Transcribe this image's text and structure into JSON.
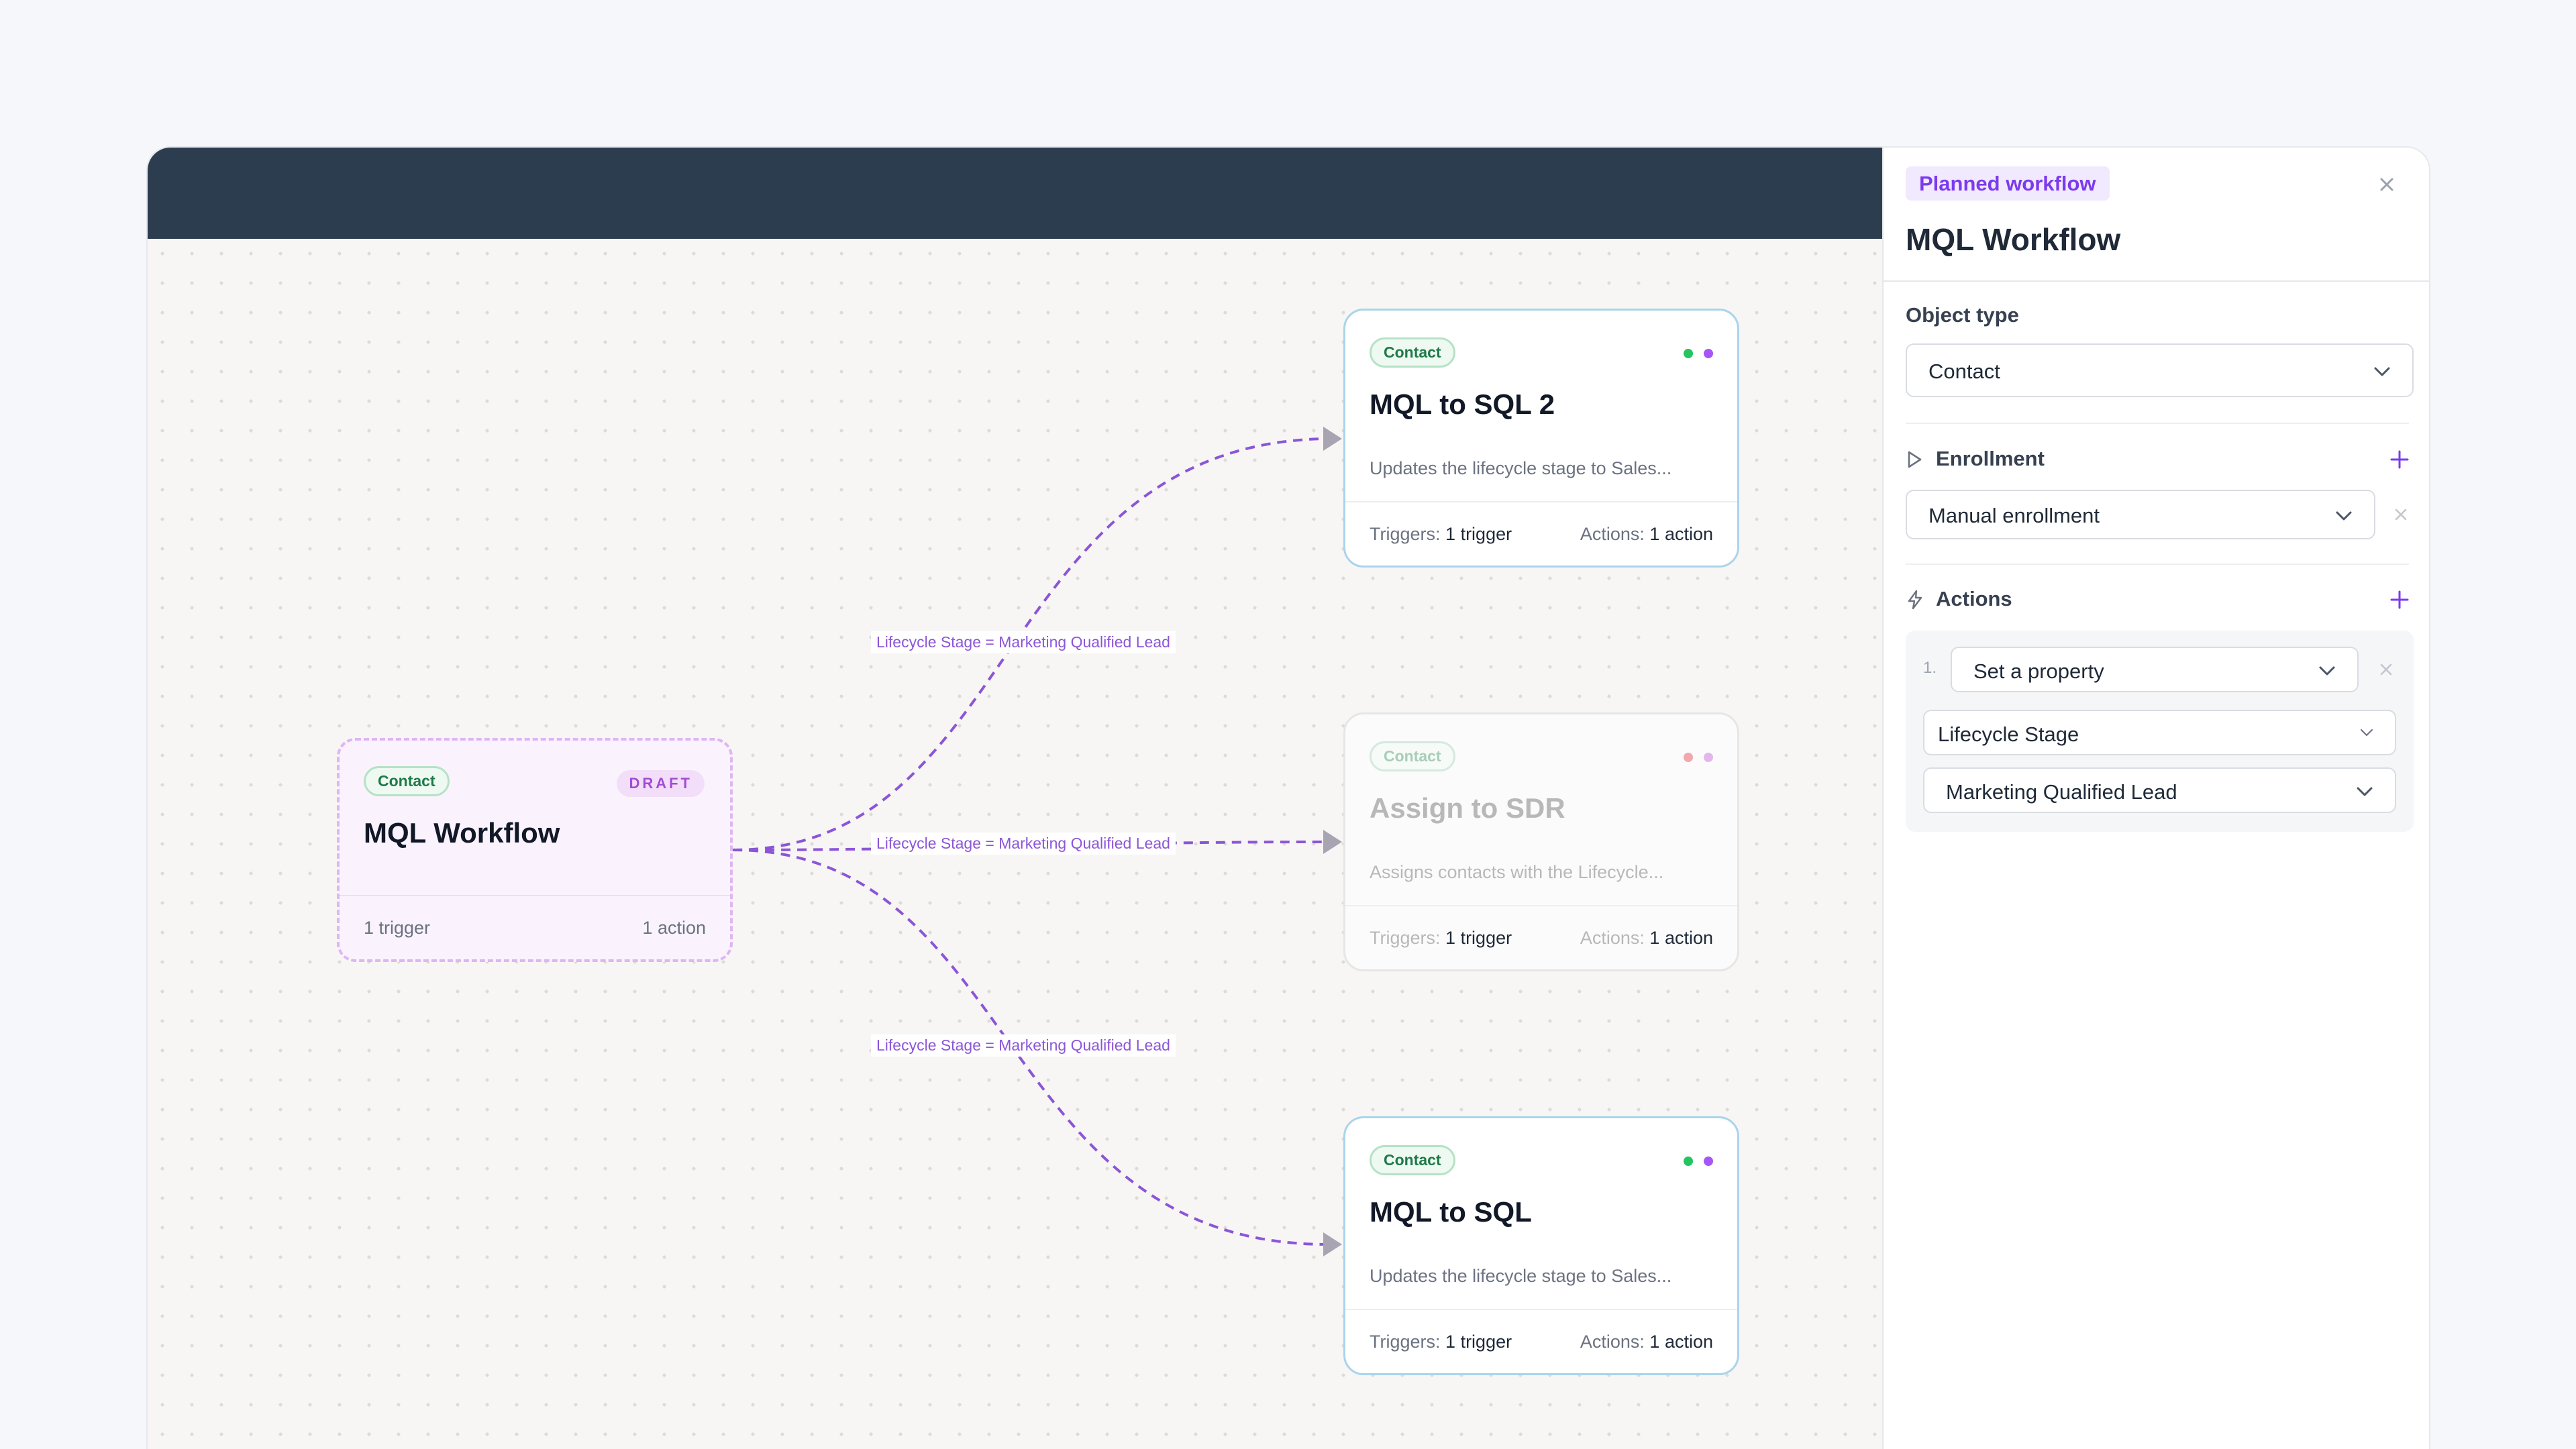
{
  "canvas": {
    "draft_node": {
      "badge": "Contact",
      "status": "DRAFT",
      "title": "MQL Workflow",
      "footer_left": "1 trigger",
      "footer_right": "1 action"
    },
    "nodes": [
      {
        "badge": "Contact",
        "title": "MQL to SQL 2",
        "description": "Updates the lifecycle stage to Sales...",
        "triggers_label": "Triggers:",
        "triggers_value": "1 trigger",
        "actions_label": "Actions:",
        "actions_value": "1 action"
      },
      {
        "badge": "Contact",
        "title": "Assign to SDR",
        "description": "Assigns contacts with the Lifecycle...",
        "triggers_label": "Triggers:",
        "triggers_value": "1 trigger",
        "actions_label": "Actions:",
        "actions_value": "1 action",
        "faded": true
      },
      {
        "badge": "Contact",
        "title": "MQL to SQL",
        "description": "Updates the lifecycle stage to Sales...",
        "triggers_label": "Triggers:",
        "triggers_value": "1 trigger",
        "actions_label": "Actions:",
        "actions_value": "1 action"
      }
    ],
    "edge_labels": [
      "Lifecycle Stage = Marketing Qualified Lead",
      "Lifecycle Stage = Marketing Qualified Lead",
      "Lifecycle Stage = Marketing Qualified Lead"
    ]
  },
  "panel": {
    "pill": "Planned workflow",
    "title": "MQL Workflow",
    "object_type": {
      "label": "Object type",
      "value": "Contact"
    },
    "enrollment": {
      "label": "Enrollment",
      "value": "Manual enrollment"
    },
    "actions": {
      "label": "Actions",
      "step_number": "1.",
      "action_value": "Set a property",
      "property_value": "Lifecycle Stage",
      "property_value_2": "Marketing Qualified Lead"
    }
  },
  "colors": {
    "top_bar": "#2d3d50",
    "accent_purple": "#8b55d8",
    "badge_green": "#1e7a48",
    "node_border": "#a9d4ec"
  }
}
